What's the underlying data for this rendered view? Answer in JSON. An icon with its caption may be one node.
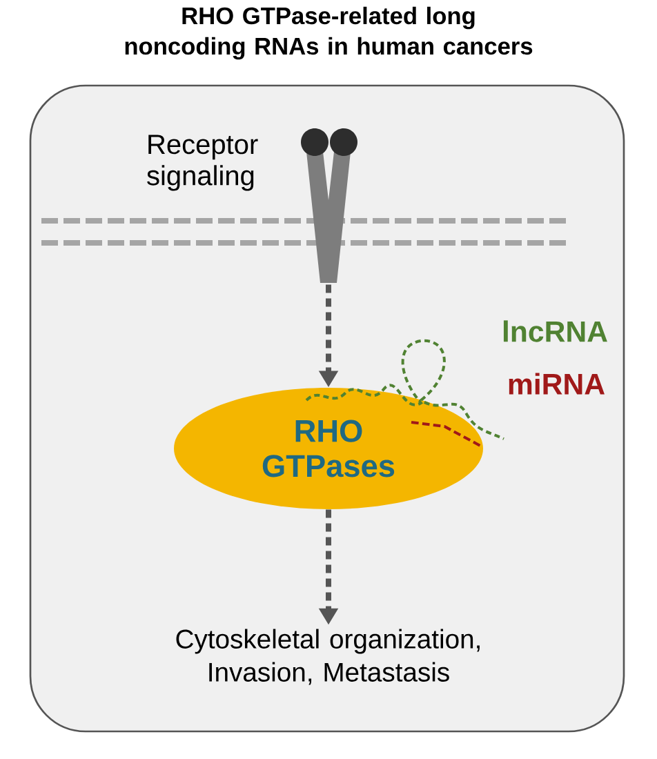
{
  "diagram": {
    "title": "RHO GTPase-related long noncoding RNAs in human cancers",
    "nodes": [
      {
        "text": [],
        "shape": "receptor",
        "beside": [
          "Receptor signaling"
        ]
      },
      {
        "text": [
          "RHO GTPases"
        ]
      },
      {
        "text": [
          "Cytoskeletal organization, Invasion, Metastasis"
        ]
      }
    ],
    "edges": [
      {
        "from": 0,
        "to": 1,
        "arrow": "to",
        "style": "dashed"
      },
      {
        "from": 1,
        "to": 2,
        "arrow": "to",
        "style": "dashed"
      }
    ],
    "labels": [
      "lncRNA",
      "miRNA"
    ]
  }
}
